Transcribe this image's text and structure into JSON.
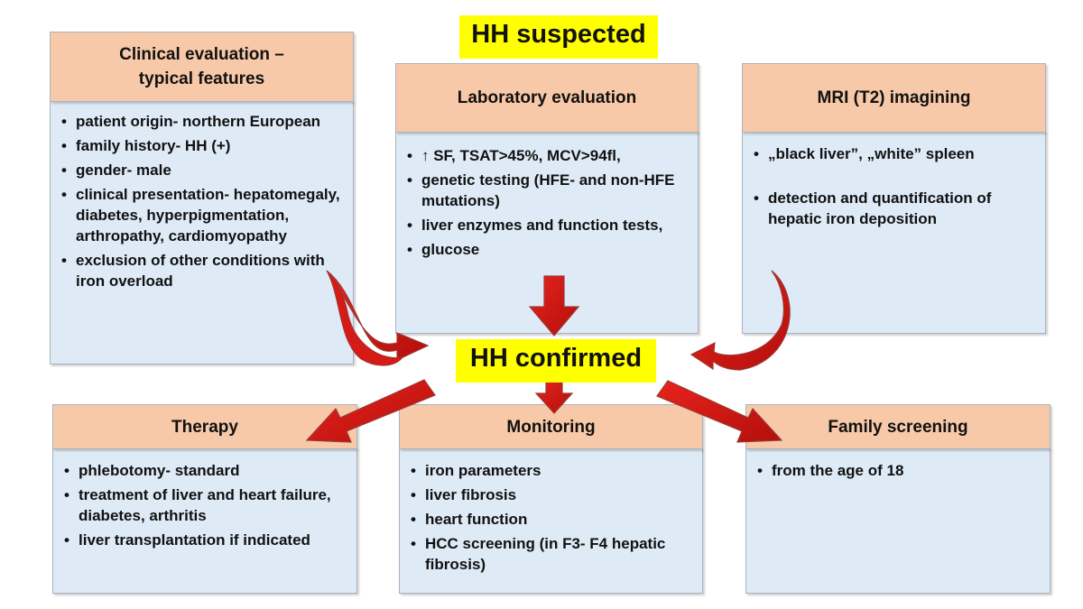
{
  "suspected_label": "HH suspected",
  "confirmed_label": "HH confirmed",
  "clinical": {
    "title_line1": "Clinical evaluation –",
    "title_line2": "typical features",
    "items": [
      "patient origin- northern European",
      "family history- HH (+)",
      "gender- male",
      "clinical presentation- hepatomegaly, diabetes, hyperpigmentation, arthropathy, cardiomyopathy",
      "exclusion of other conditions with iron overload"
    ]
  },
  "laboratory": {
    "title": "Laboratory  evaluation",
    "items": [
      "↑ SF, TSAT>45%, MCV>94fl,",
      "genetic testing (HFE- and non-HFE mutations)",
      "liver enzymes and function tests,",
      "glucose"
    ]
  },
  "mri": {
    "title": "MRI (T2) imagining",
    "items": [
      "„black liver”, „white” spleen",
      "detection and quantification of hepatic iron deposition"
    ]
  },
  "therapy": {
    "title": "Therapy",
    "items": [
      "phlebotomy- standard",
      "treatment of liver and heart failure, diabetes, arthritis",
      "liver transplantation if indicated"
    ]
  },
  "monitoring": {
    "title": "Monitoring",
    "items": [
      "iron parameters",
      "liver fibrosis",
      "heart function",
      "HCC screening (in F3- F4 hepatic fibrosis)"
    ]
  },
  "family": {
    "title": "Family screening",
    "items": [
      "from the age of 18"
    ]
  }
}
